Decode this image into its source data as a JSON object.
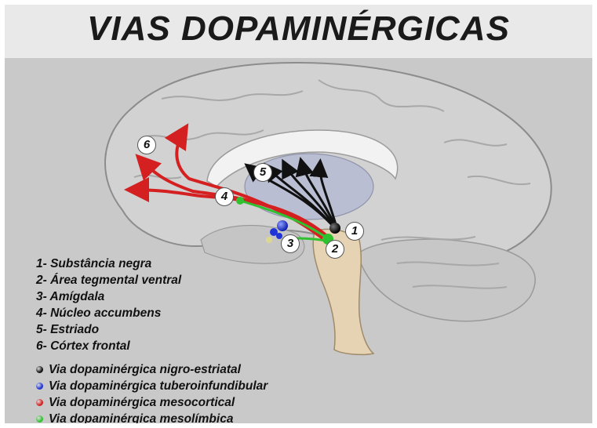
{
  "title": "VIAS DOPAMINÉRGICAS",
  "markers": [
    "1",
    "2",
    "3",
    "4",
    "5",
    "6"
  ],
  "structures": [
    "1- Substância negra",
    "2- Área tegmental ventral",
    "3- Amígdala",
    "4- Núcleo accumbens",
    "5- Estriado",
    "6- Córtex frontal"
  ],
  "legend": [
    {
      "label": "Via dopaminérgica nigro-estriatal",
      "color": "#111111"
    },
    {
      "label": "Via dopaminérgica tuberoinfundibular",
      "color": "#1f33d6"
    },
    {
      "label": "Via dopaminérgica mesocortical",
      "color": "#d42020"
    },
    {
      "label": "Via dopaminérgica mesolímbica",
      "color": "#2fc12f"
    }
  ],
  "colors": {
    "background": "#c9c9c9",
    "title_band": "#e9e9e9",
    "brain": "#d2d2d2",
    "brain_outline": "#8c8c8c",
    "nigrostriatal": "#111111",
    "tuberoinfundibular": "#1f33d6",
    "mesocortical": "#d42020",
    "mesolimbic": "#2fc12f"
  }
}
